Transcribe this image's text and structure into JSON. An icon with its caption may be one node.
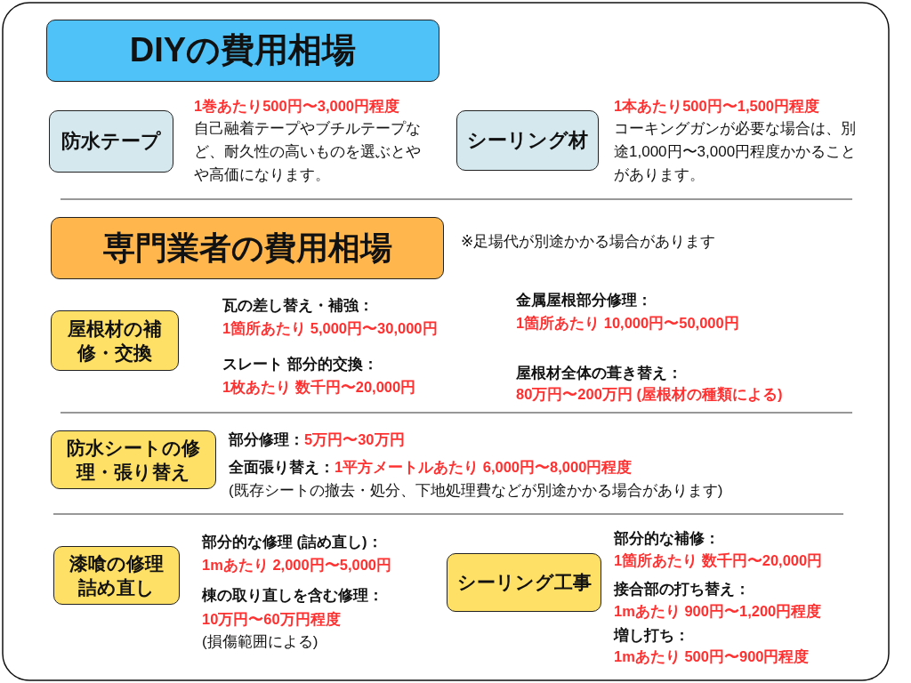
{
  "diagram": {
    "nodes": [
      {
        "text": [
          "DIYの費用相場"
        ]
      },
      {
        "text": [
          "防水テープ"
        ],
        "beside": [
          "1巻あたり500円〜3,000円程度",
          "自己融着テープやブチルテープなど、耐久性の高いものを選ぶとやや高価になります。"
        ]
      },
      {
        "text": [
          "シーリング材"
        ],
        "beside": [
          "1本あたり500円〜1,500円程度",
          "コーキングガンが必要な場合は、別途1,000円〜3,000円程度かかることがあります。"
        ]
      },
      {
        "text": [
          "専門業者の費用相場"
        ]
      },
      {
        "text": [
          "屋根材の補修・交換"
        ],
        "beside": [
          "瓦の差し替え・補強：",
          "1箇所あたり 5,000円〜30,000円",
          "スレート 部分的交換：",
          "1枚あたり 数千円〜20,000円",
          "金属屋根部分修理：",
          "1箇所あたり 10,000円〜50,000円",
          "屋根材全体の葺き替え：",
          "80万円〜200万円 (屋根材の種類による)"
        ]
      },
      {
        "text": [
          "防水シートの修理・張り替え"
        ],
        "beside": [
          "部分修理：",
          "5万円〜30万円",
          "全面張り替え：",
          "1平方メートルあたり 6,000円〜8,000円程度",
          "(既存シートの撤去・処分、下地処理費などが別途かかる場合があります)"
        ]
      },
      {
        "text": [
          "漆喰の修理詰め直し"
        ],
        "beside": [
          "部分的な修理 (詰め直し)：",
          "1mあたり 2,000円〜5,000円",
          "棟の取り直しを含む修理：",
          "10万円〜60万円程度",
          "(損傷範囲による)"
        ]
      },
      {
        "text": [
          "シーリング工事"
        ],
        "beside": [
          "部分的な補修：",
          "1箇所あたり 数千円〜20,000円",
          "接合部の打ち替え：",
          "1mあたり 900円〜1,200円程度",
          "増し打ち：",
          "1mあたり 500円〜900円程度"
        ]
      }
    ],
    "labels": [
      "※足場代が別途かかる場合があります"
    ]
  }
}
